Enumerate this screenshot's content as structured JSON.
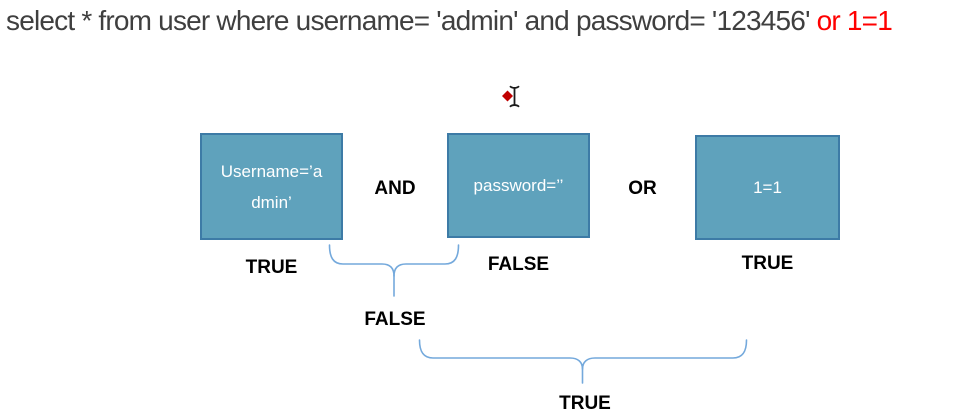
{
  "title": {
    "sql_query": "select * from user where username= 'admin' and password= '123456'",
    "injected_suffix": " or 1=1",
    "text_color": "#3f3f3f",
    "injected_color": "#ff0000"
  },
  "diagram": {
    "boxes": [
      {
        "name": "username-condition",
        "line1": "Username=’a",
        "line2": "dmin’",
        "result": "TRUE"
      },
      {
        "name": "password-condition",
        "text": "password=’’",
        "result": "FALSE"
      },
      {
        "name": "tautology-condition",
        "text": "1=1",
        "result": "TRUE"
      }
    ],
    "operators": {
      "and": "AND",
      "or": "OR"
    },
    "groups": {
      "and_result": "FALSE",
      "final_result": "TRUE"
    },
    "colors": {
      "box_fill": "#5fa2bc",
      "box_border": "#3d7ba6",
      "box_text": "#ffffff",
      "brace": "#74a9dc",
      "label": "#000000"
    }
  }
}
